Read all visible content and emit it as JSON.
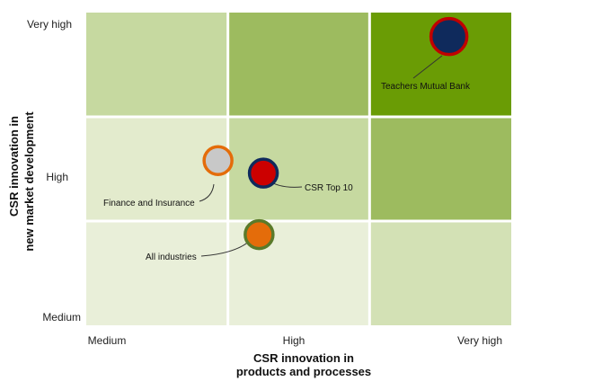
{
  "chart_data": {
    "type": "scatter",
    "subtype": "bubble matrix",
    "x_levels": [
      "Medium",
      "High",
      "Very high"
    ],
    "y_levels": [
      "Medium",
      "High",
      "Very high"
    ],
    "xlabel": [
      "CSR innovation in",
      "products and processes"
    ],
    "ylabel": [
      "CSR innovation in",
      "new market development"
    ],
    "xlim": [
      0,
      3
    ],
    "ylim": [
      0,
      3
    ],
    "grid": true,
    "legend": "none",
    "cell_colors": [
      [
        "#e9efd9",
        "#e9efd9",
        "#d3e1b5"
      ],
      [
        "#e3ebcd",
        "#c6d9a0",
        "#9dbb5f"
      ],
      [
        "#c6d9a0",
        "#9dbb5f",
        "#6a9c05"
      ]
    ],
    "points": [
      {
        "label": "Teachers Mutual Bank",
        "x": 2.56,
        "y": 2.77,
        "fill": "#0f2a5c",
        "stroke": "#c00000"
      },
      {
        "label": "Finance and Insurance",
        "x": 0.93,
        "y": 1.58,
        "fill": "#c8c8c8",
        "stroke": "#e46c0a"
      },
      {
        "label": "CSR Top 10",
        "x": 1.25,
        "y": 1.46,
        "fill": "#cc0000",
        "stroke": "#0f2a5c"
      },
      {
        "label": "All industries",
        "x": 1.22,
        "y": 0.87,
        "fill": "#e46c0a",
        "stroke": "#5a7a2a"
      }
    ]
  }
}
